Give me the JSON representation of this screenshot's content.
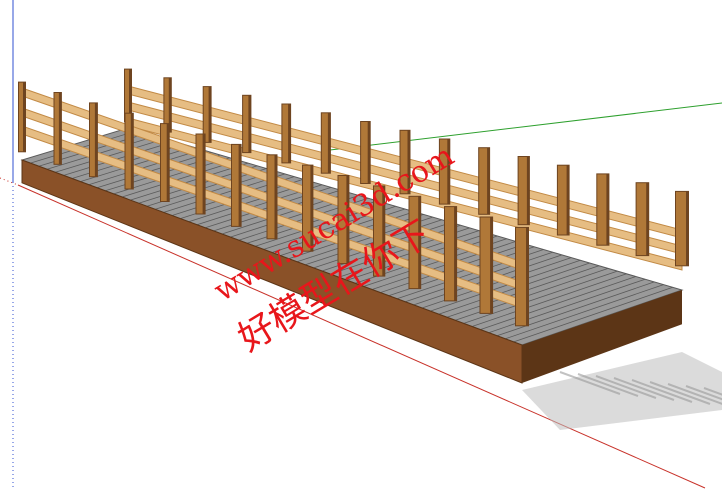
{
  "scene": {
    "name": "wooden-boardwalk-bridge-model",
    "colors": {
      "background": "#ffffff",
      "axis_red": "#c8322a",
      "axis_green": "#2ea02e",
      "axis_blue": "#3050d0",
      "post_light": "#b07838",
      "post_dark": "#6e4420",
      "rail_top": "#e6bd83",
      "rail_side": "#c28a45",
      "deck": "#9a9a9a",
      "plank_line": "#5a5a5a",
      "beam_face": "#8a5128",
      "beam_dark": "#5c3516",
      "shadow": "#bdbdbd"
    },
    "posts_per_side": 15
  },
  "watermark": {
    "line1": "www.sucai3d.com",
    "line2": "好模型在你下",
    "color": "#e8161b"
  }
}
